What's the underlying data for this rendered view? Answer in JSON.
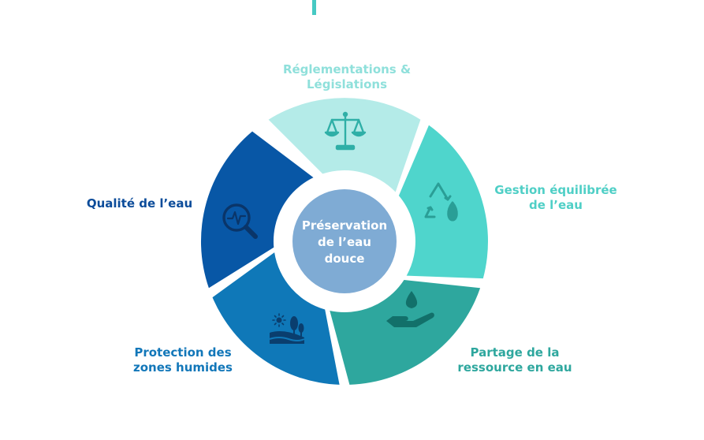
{
  "title": "Préservation de l’eau douce",
  "center": {
    "lines": [
      "Préservation",
      "de l’eau",
      "douce"
    ],
    "color": "#7FABD4"
  },
  "colors": {
    "top_bar": "#46C9C3",
    "text_dark_blue": "#0C4C9A",
    "text_blue": "#1277B9",
    "text_teal": "#2EA79E",
    "text_cyan": "#4FCFC6",
    "text_light_cyan": "#8FE0DB"
  },
  "segments": [
    {
      "id": "reglementations",
      "lines": [
        "Réglementations &",
        "Législations"
      ],
      "color": "#B4EBE8",
      "icon": "scales-icon"
    },
    {
      "id": "gestion",
      "lines": [
        "Gestion équilibrée",
        "de l’eau"
      ],
      "color": "#4FD5CC",
      "icon": "recycle-drop-icon"
    },
    {
      "id": "partage",
      "lines": [
        "Partage de la",
        "ressource en eau"
      ],
      "color": "#2EA79E",
      "icon": "hand-drop-icon"
    },
    {
      "id": "protection",
      "lines": [
        "Protection des",
        "zones humides"
      ],
      "color": "#0F78B8",
      "icon": "wetland-landscape-icon"
    },
    {
      "id": "qualite",
      "lines": [
        "Qualité de l’eau"
      ],
      "color": "#0857A6",
      "icon": "magnifier-pulse-icon"
    }
  ]
}
